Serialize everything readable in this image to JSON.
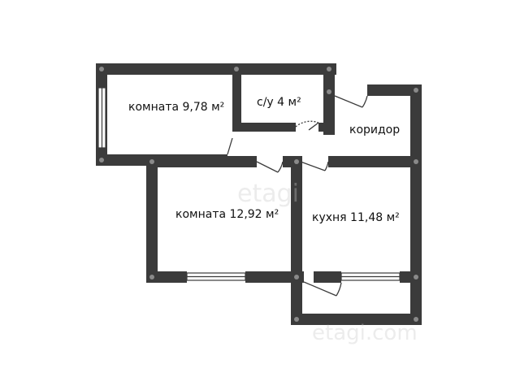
{
  "rooms": {
    "room_small_label": "комната 9,78 м²",
    "bathroom_label": "с/у 4 м²",
    "corridor_label": "коридор",
    "room_large_label": "комната 12,92 м²",
    "kitchen_label": "кухня 11,48 м²"
  },
  "watermark": {
    "brand_center": "etagi",
    "brand_bottom": "etagi.com"
  },
  "colors": {
    "wall": "#3b3b3b",
    "wall_dot": "#8a8a8a",
    "window": "#ffffff",
    "background": "#ffffff"
  }
}
